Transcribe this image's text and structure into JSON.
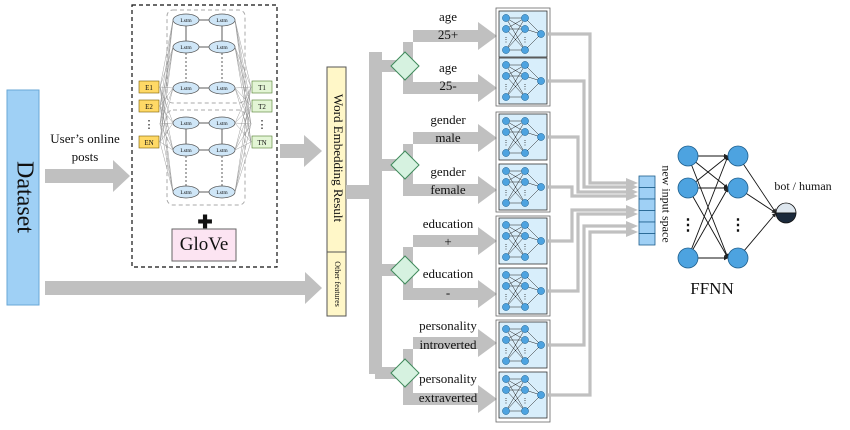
{
  "dataset": {
    "label": "Dataset"
  },
  "online_posts": {
    "line1": "User’s online",
    "line2": "posts"
  },
  "lstm": {
    "cell_label": "Lstm",
    "dots": "⋮"
  },
  "embeddings_in": [
    "E1",
    "E2",
    "⋮",
    "EN"
  ],
  "embeddings_out": [
    "T1",
    "T2",
    "⋮",
    "TN"
  ],
  "plus": "✚",
  "glove": {
    "label": "GloVe"
  },
  "word_embedding": {
    "label": "Word Embedding Result",
    "other_features": "Other features"
  },
  "branches": [
    {
      "line1": "age",
      "line2": "25+"
    },
    {
      "line1": "age",
      "line2": "25-"
    },
    {
      "line1": "gender",
      "line2": "male"
    },
    {
      "line1": "gender",
      "line2": "female"
    },
    {
      "line1": "education",
      "line2": "+"
    },
    {
      "line1": "education",
      "line2": "-"
    },
    {
      "line1": "personality",
      "line2": "introverted"
    },
    {
      "line1": "personality",
      "line2": "extraverted"
    }
  ],
  "new_input_space": {
    "label": "new input space"
  },
  "ffnn": {
    "label": "FFNN",
    "output_label": "bot / human",
    "dots": "⋮"
  },
  "colors": {
    "dataset_fill": "#9fd0f5",
    "arrow_gray": "#c0c0c0",
    "diamond_fill": "#d6f2e0",
    "embedding_fill": "#ffd966",
    "output_fill": "#e3f5d5",
    "glove_fill": "#fce4f2",
    "wer_fill": "#fff7c8",
    "node_fill": "#4da3e0",
    "lstm_fill": "#cfe6f7",
    "mini_net_fill": "#d8eefb"
  }
}
